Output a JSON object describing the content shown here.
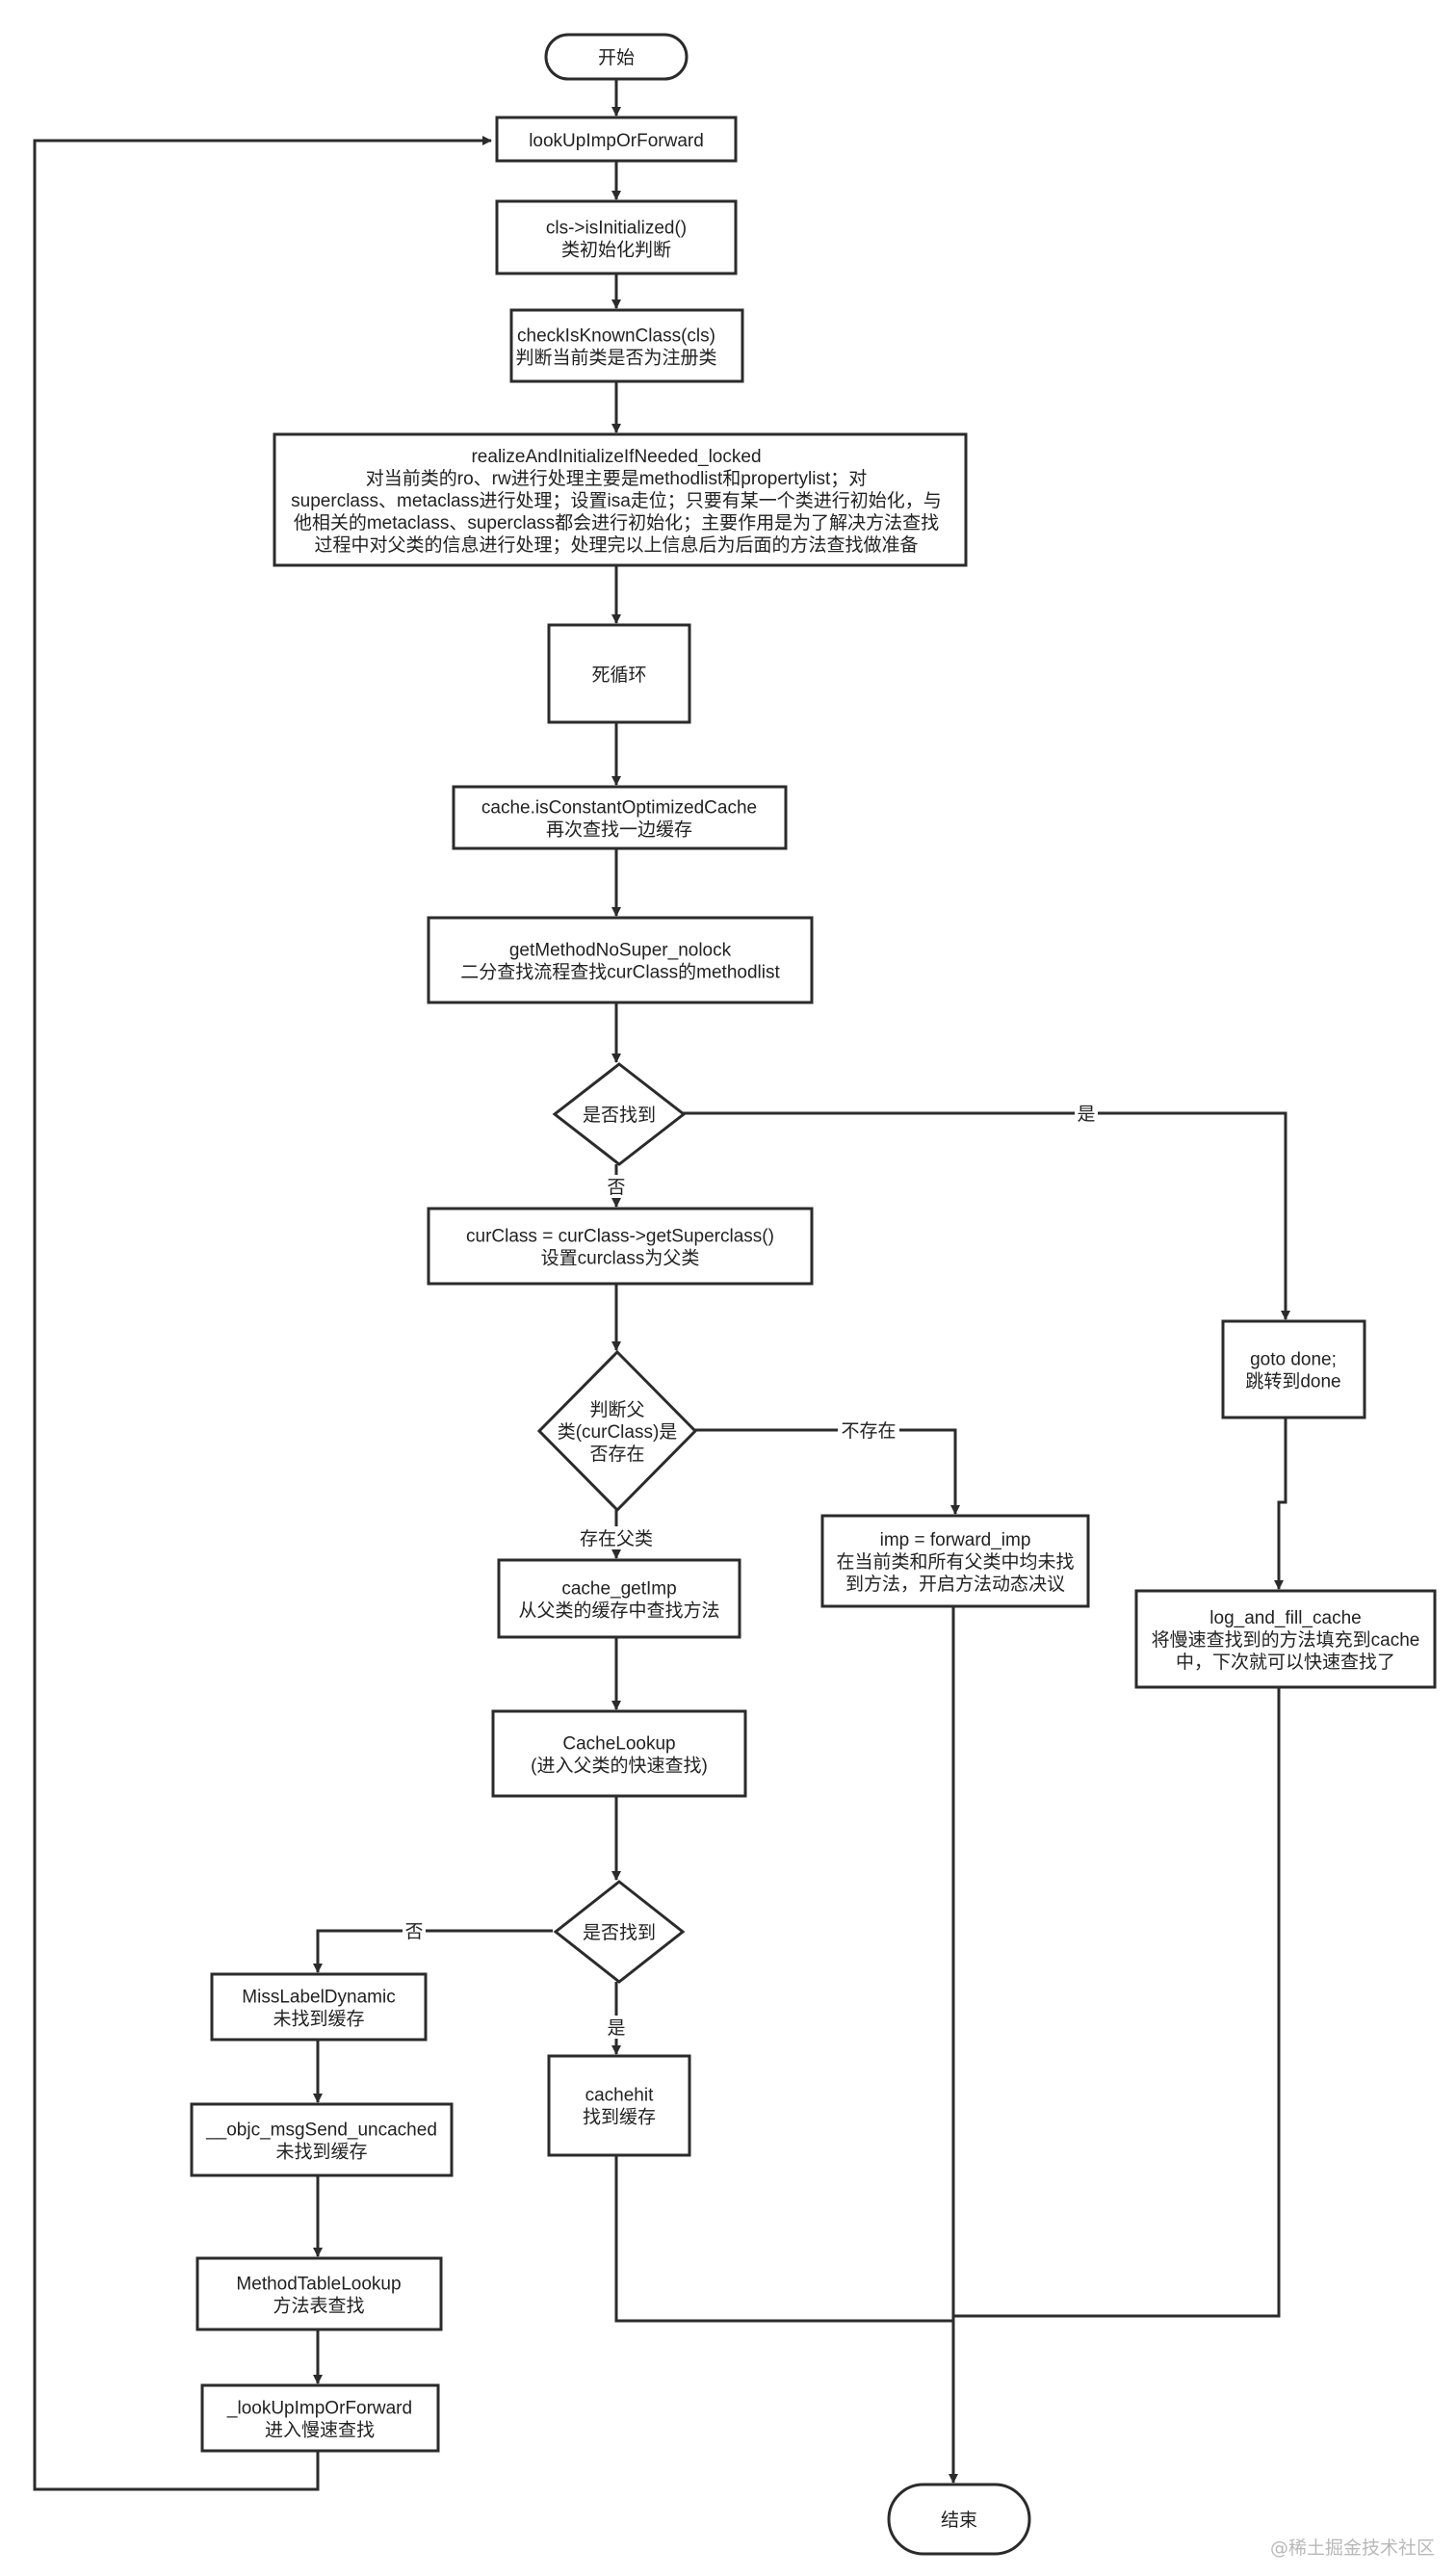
{
  "nodes": {
    "start": {
      "lines": [
        "开始"
      ]
    },
    "lookup": {
      "lines": [
        "lookUpImpOrForward"
      ]
    },
    "cls_init": {
      "lines": [
        "cls->isInitialized()",
        "类初始化判断"
      ]
    },
    "check_known": {
      "lines": [
        "checkIsKnownClass(cls)",
        "判断当前类是否为注册类"
      ]
    },
    "realize": {
      "lines": [
        "realizeAndInitializeIfNeeded_locked",
        "对当前类的ro、rw进行处理主要是methodlist和propertylist；对",
        "superclass、metaclass进行处理；设置isa走位；只要有某一个类进行初始化，与",
        "他相关的metaclass、superclass都会进行初始化；主要作用是为了解决方法查找",
        "过程中对父类的信息进行处理；处理完以上信息后为后面的方法查找做准备"
      ]
    },
    "loop": {
      "lines": [
        "死循环"
      ]
    },
    "cache_const": {
      "lines": [
        "cache.isConstantOptimizedCache",
        "再次查找一边缓存"
      ]
    },
    "get_method": {
      "lines": [
        "getMethodNoSuper_nolock",
        "二分查找流程查找curClass的methodlist"
      ]
    },
    "found1": {
      "lines": [
        "是否找到"
      ]
    },
    "cur_class": {
      "lines": [
        "curClass = curClass->getSuperclass()",
        "设置curclass为父类"
      ]
    },
    "goto_done": {
      "lines": [
        "goto done;",
        "跳转到done"
      ]
    },
    "super_exists": {
      "lines": [
        "判断父",
        "类(curClass)是",
        "否存在"
      ]
    },
    "imp_forward": {
      "lines": [
        "imp = forward_imp",
        "在当前类和所有父类中均未找",
        "到方法，开启方法动态决议"
      ]
    },
    "log_fill": {
      "lines": [
        "log_and_fill_cache",
        "将慢速查找到的方法填充到cache",
        "中，下次就可以快速查找了"
      ]
    },
    "cache_getimp": {
      "lines": [
        "cache_getImp",
        "从父类的缓存中查找方法"
      ]
    },
    "cache_lookup": {
      "lines": [
        "CacheLookup",
        "(进入父类的快速查找)"
      ]
    },
    "found2": {
      "lines": [
        "是否找到"
      ]
    },
    "miss_label": {
      "lines": [
        "MissLabelDynamic",
        "未找到缓存"
      ]
    },
    "cache_hit": {
      "lines": [
        "cachehit",
        "找到缓存"
      ]
    },
    "msg_send": {
      "lines": [
        "__objc_msgSend_uncached",
        "未找到缓存"
      ]
    },
    "method_table": {
      "lines": [
        "MethodTableLookup",
        "方法表查找"
      ]
    },
    "lookup2": {
      "lines": [
        "_lookUpImpOrForward",
        "进入慢速查找"
      ]
    },
    "end": {
      "lines": [
        "结束"
      ]
    }
  },
  "edge_labels": {
    "found1_yes": "是",
    "found1_no": "否",
    "super_not_exist": "不存在",
    "super_exist": "存在父类",
    "found2_no": "否",
    "found2_yes": "是"
  },
  "watermark": "@稀土掘金技术社区"
}
